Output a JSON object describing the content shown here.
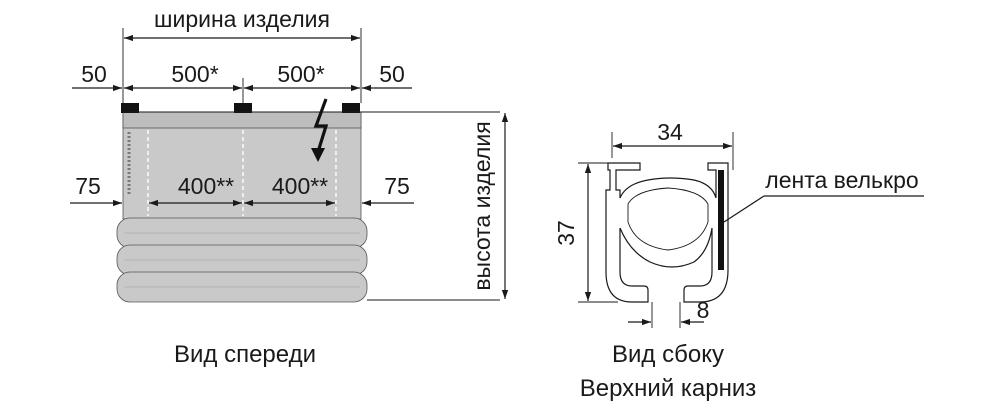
{
  "front": {
    "width_label": "ширина изделия",
    "height_label": "высота изделия",
    "top_dims": [
      "50",
      "500*",
      "500*",
      "50"
    ],
    "mid_dims": [
      "75",
      "400**",
      "400**",
      "75"
    ],
    "caption": "Вид спереди"
  },
  "side": {
    "width_dim": "34",
    "height_dim": "37",
    "slot_dim": "8",
    "velcro_label": "лента велькро",
    "caption_line1": "Вид сбоку",
    "caption_line2": "Верхний карниз"
  },
  "colors": {
    "fabric": "#c9c9c9",
    "fabric_dark": "#b3b3b3",
    "line": "#1a1a1a",
    "mount": "#111111",
    "arrow": "#111111"
  }
}
